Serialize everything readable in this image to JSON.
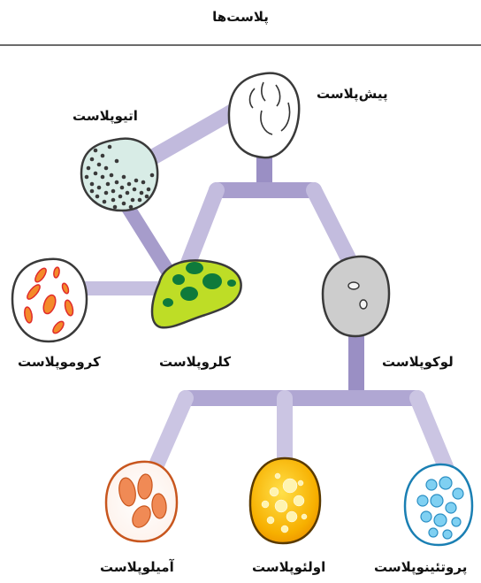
{
  "title": "پلاست‌ها",
  "nodes": {
    "proplastid": "پیش‌پلاست",
    "etioplast": "اتیوپلاست",
    "chromoplast": "کروموپلاست",
    "chloroplast": "کلروپلاست",
    "leucoplast": "لوکوپلاست",
    "amyloplast": "آمیلوپلاست",
    "elaioplast": "اولئوپلاست",
    "proteinoplast": "پروتئینوپلاست"
  },
  "colors": {
    "connector": "#b9b2d6",
    "connector_dark": "#9a8fc4",
    "etioplast_fill": "#d8ece6",
    "chloroplast_fill": "#b6dc1e",
    "chloroplast_granum": "#0e7a3b",
    "chromoplast_spot": "#e8432a",
    "leucoplast_fill": "#cfcfcf",
    "amyloplast_fill": "#f08a55",
    "elaioplast_fill": "#f7b500",
    "proteinoplast_fill": "#62c1ec"
  }
}
